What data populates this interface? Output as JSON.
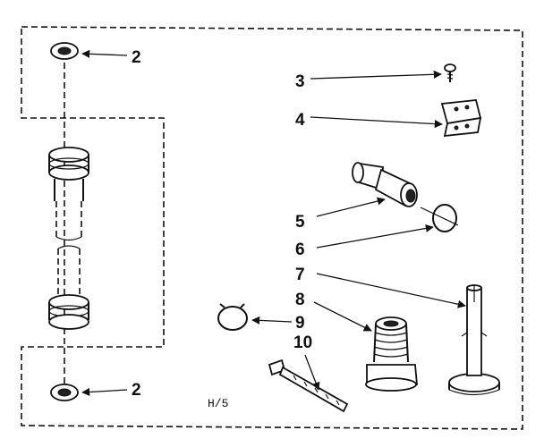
{
  "diagram": {
    "drawing_code": "H/5",
    "parts": [
      {
        "label": "2",
        "name": "washer-top"
      },
      {
        "label": "2",
        "name": "washer-bottom"
      },
      {
        "label": "3",
        "name": "screw"
      },
      {
        "label": "4",
        "name": "bracket-clip"
      },
      {
        "label": "5",
        "name": "adapter-nozzle"
      },
      {
        "label": "6",
        "name": "o-ring-clamp"
      },
      {
        "label": "7",
        "name": "leveling-leg"
      },
      {
        "label": "8",
        "name": "threaded-fitting"
      },
      {
        "label": "9",
        "name": "hose-clamp"
      },
      {
        "label": "10",
        "name": "cable-tie"
      }
    ]
  }
}
